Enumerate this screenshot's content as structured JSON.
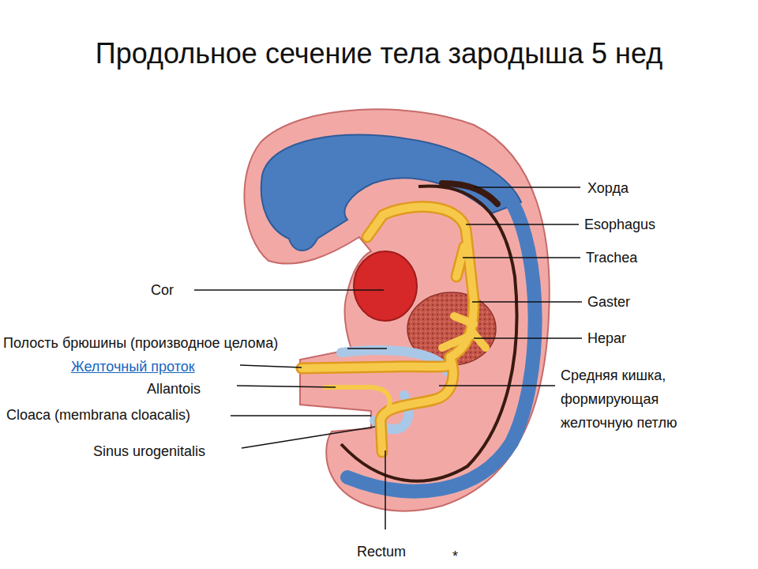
{
  "diagram": {
    "title": "Продольное сечение тела зародыша 5 нед",
    "labels": [
      "Хорда",
      "Esophagus",
      "Trachea",
      "Gaster",
      "Hepar",
      "Средняя кишка, формирующая желточную петлю",
      "Cor",
      "Полость брюшины (производное целома)",
      "Желточный проток",
      "Allantois",
      "Cloaca (membrana cloacalis)",
      "Sinus urogenitalis",
      "Rectum",
      "*"
    ]
  }
}
